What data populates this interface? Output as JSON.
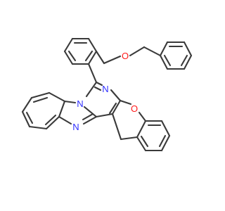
{
  "atoms": {
    "nitrogen_amidine": {
      "symbol": "N",
      "color": "#2e2eff"
    },
    "nitrogen_bridgehead": {
      "symbol": "N",
      "color": "#2e2eff"
    },
    "nitrogen_imidazole": {
      "symbol": "N",
      "color": "#2e2eff"
    },
    "oxygen_chromene": {
      "symbol": "O",
      "color": "#ff1a1a"
    },
    "oxygen_benzyloxy": {
      "symbol": "O",
      "color": "#ff1a1a"
    }
  },
  "bond_color": "#3a3a3a"
}
